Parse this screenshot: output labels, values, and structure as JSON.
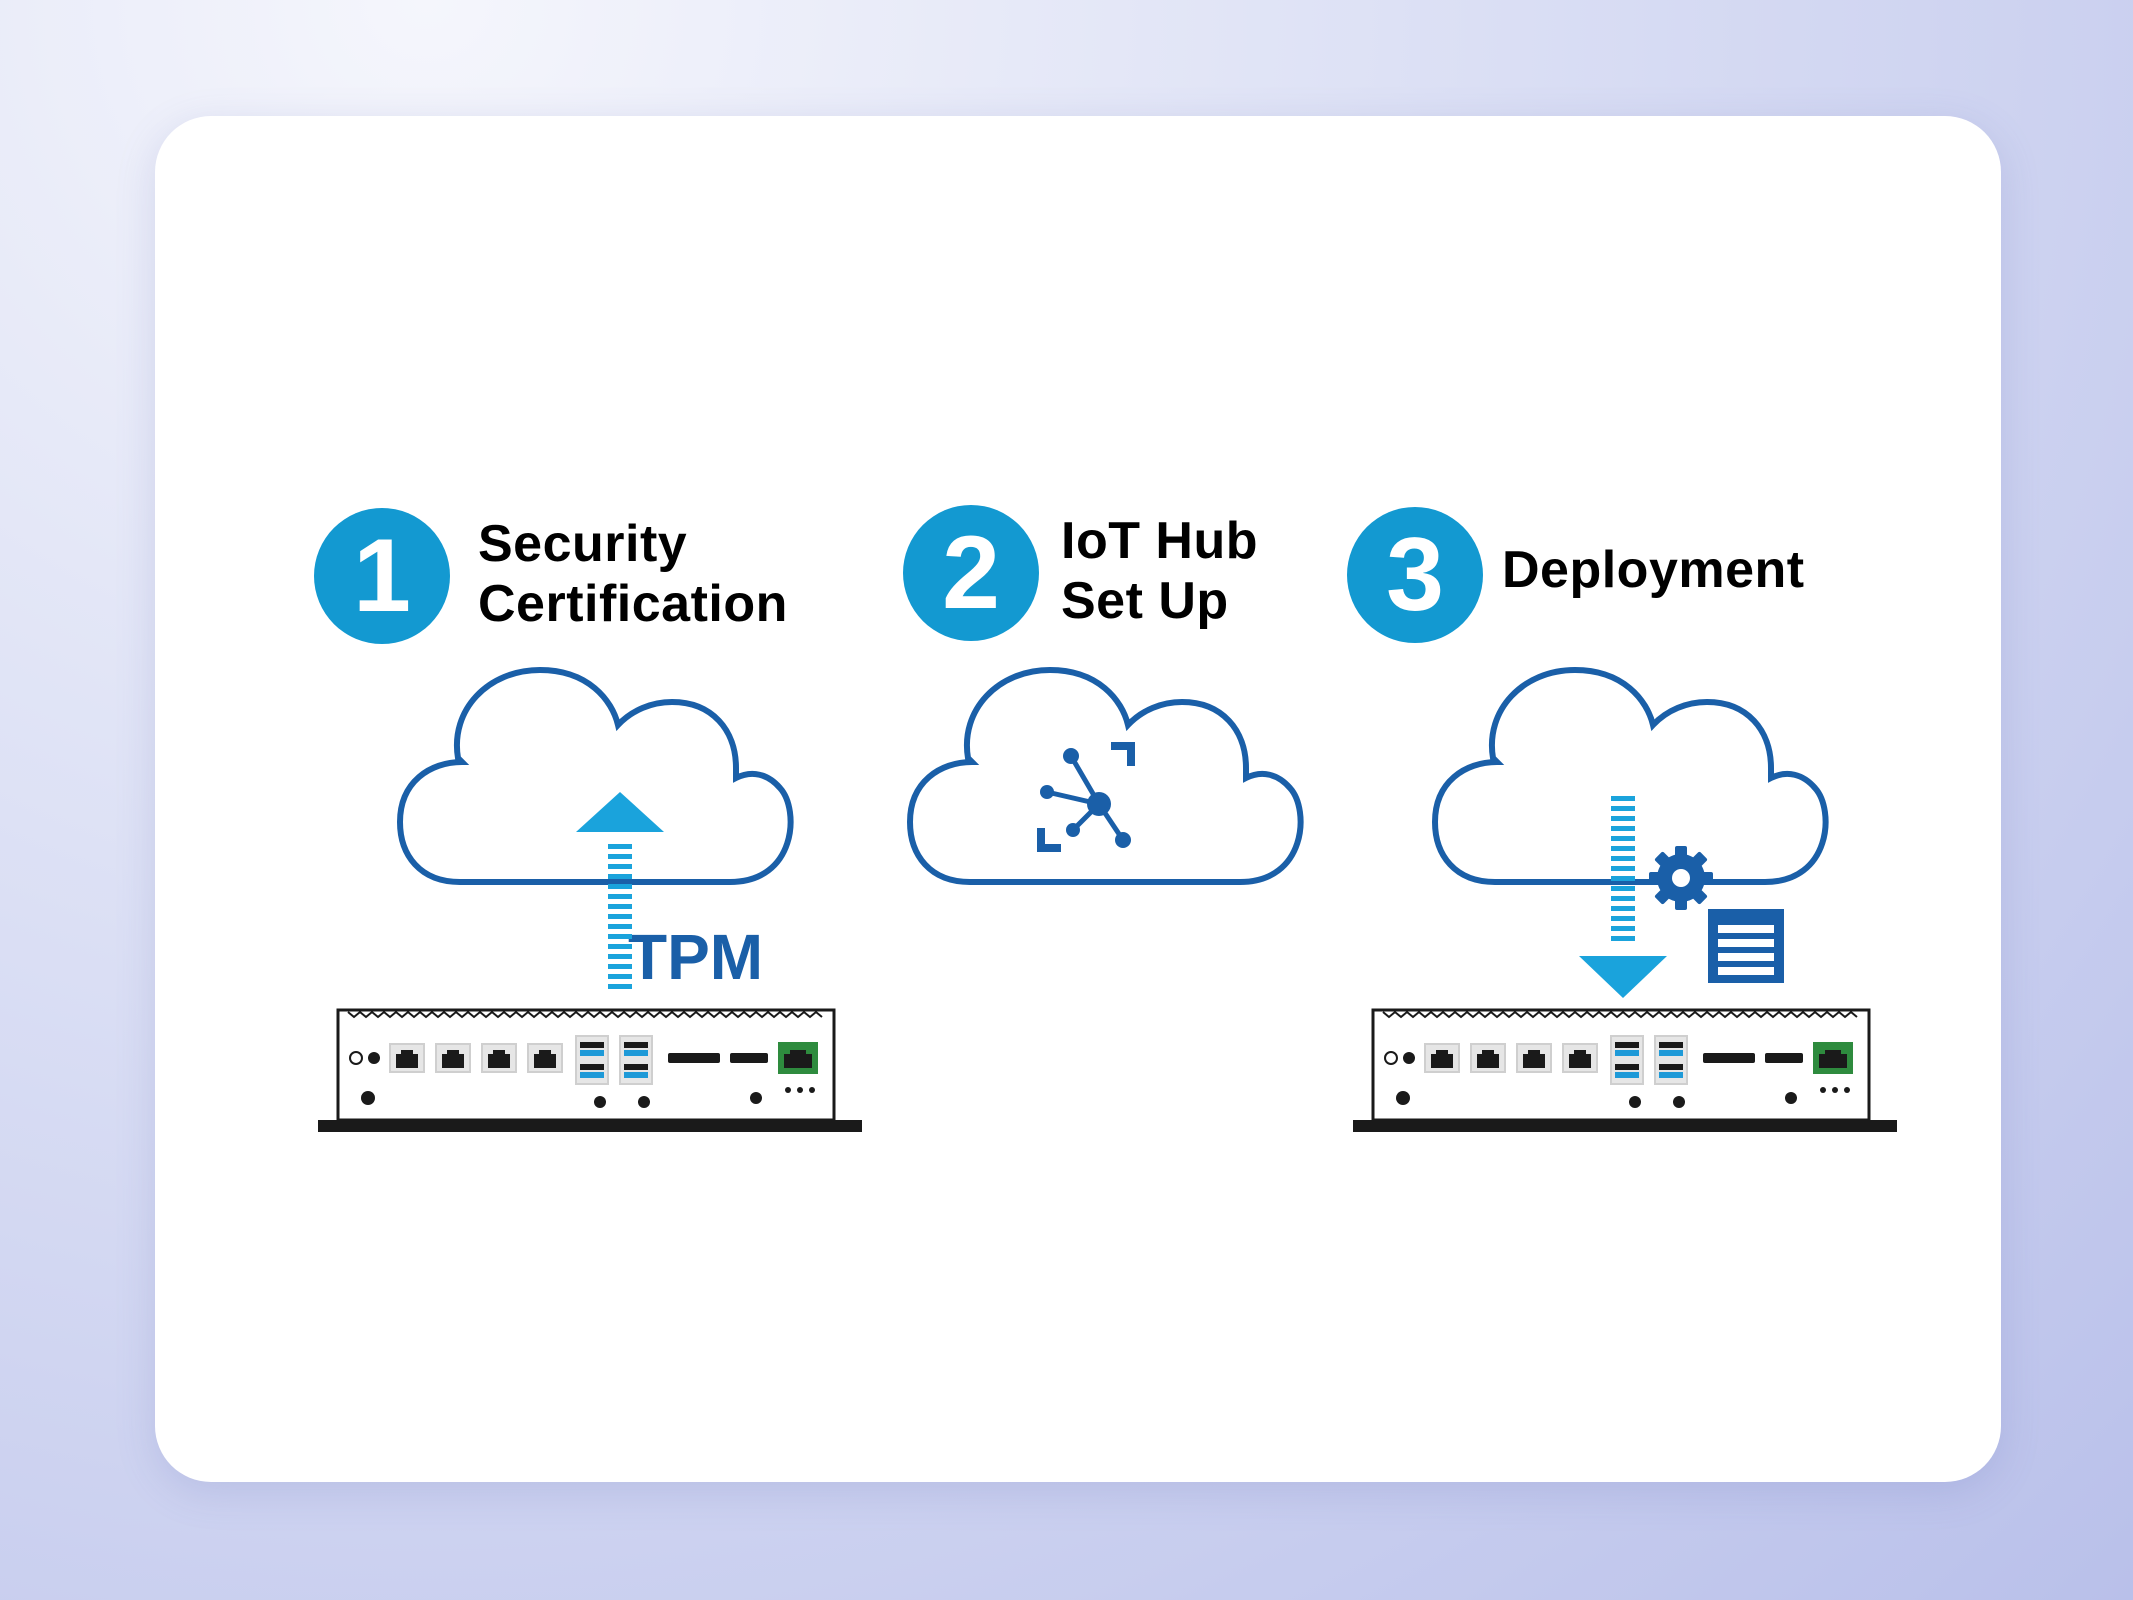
{
  "steps": [
    {
      "number": "1",
      "title_line1": "Security",
      "title_line2": "Certification"
    },
    {
      "number": "2",
      "title_line1": "IoT Hub",
      "title_line2": "Set Up"
    },
    {
      "number": "3",
      "title_line1": "Deployment"
    }
  ],
  "tpm_label": "TPM",
  "colors": {
    "badge": "#1399d1",
    "cloud_stroke": "#1a5fa8",
    "arrow": "#1aa3dc",
    "device_dark": "#1a1a1a",
    "usb_blue": "#1e9ad8",
    "port_green": "#2e8b3e"
  },
  "icons": {
    "step1": "upload-arrow-icon",
    "step2": "iot-hub-icon",
    "step3": [
      "download-arrow-icon",
      "gear-icon",
      "config-list-icon"
    ]
  }
}
